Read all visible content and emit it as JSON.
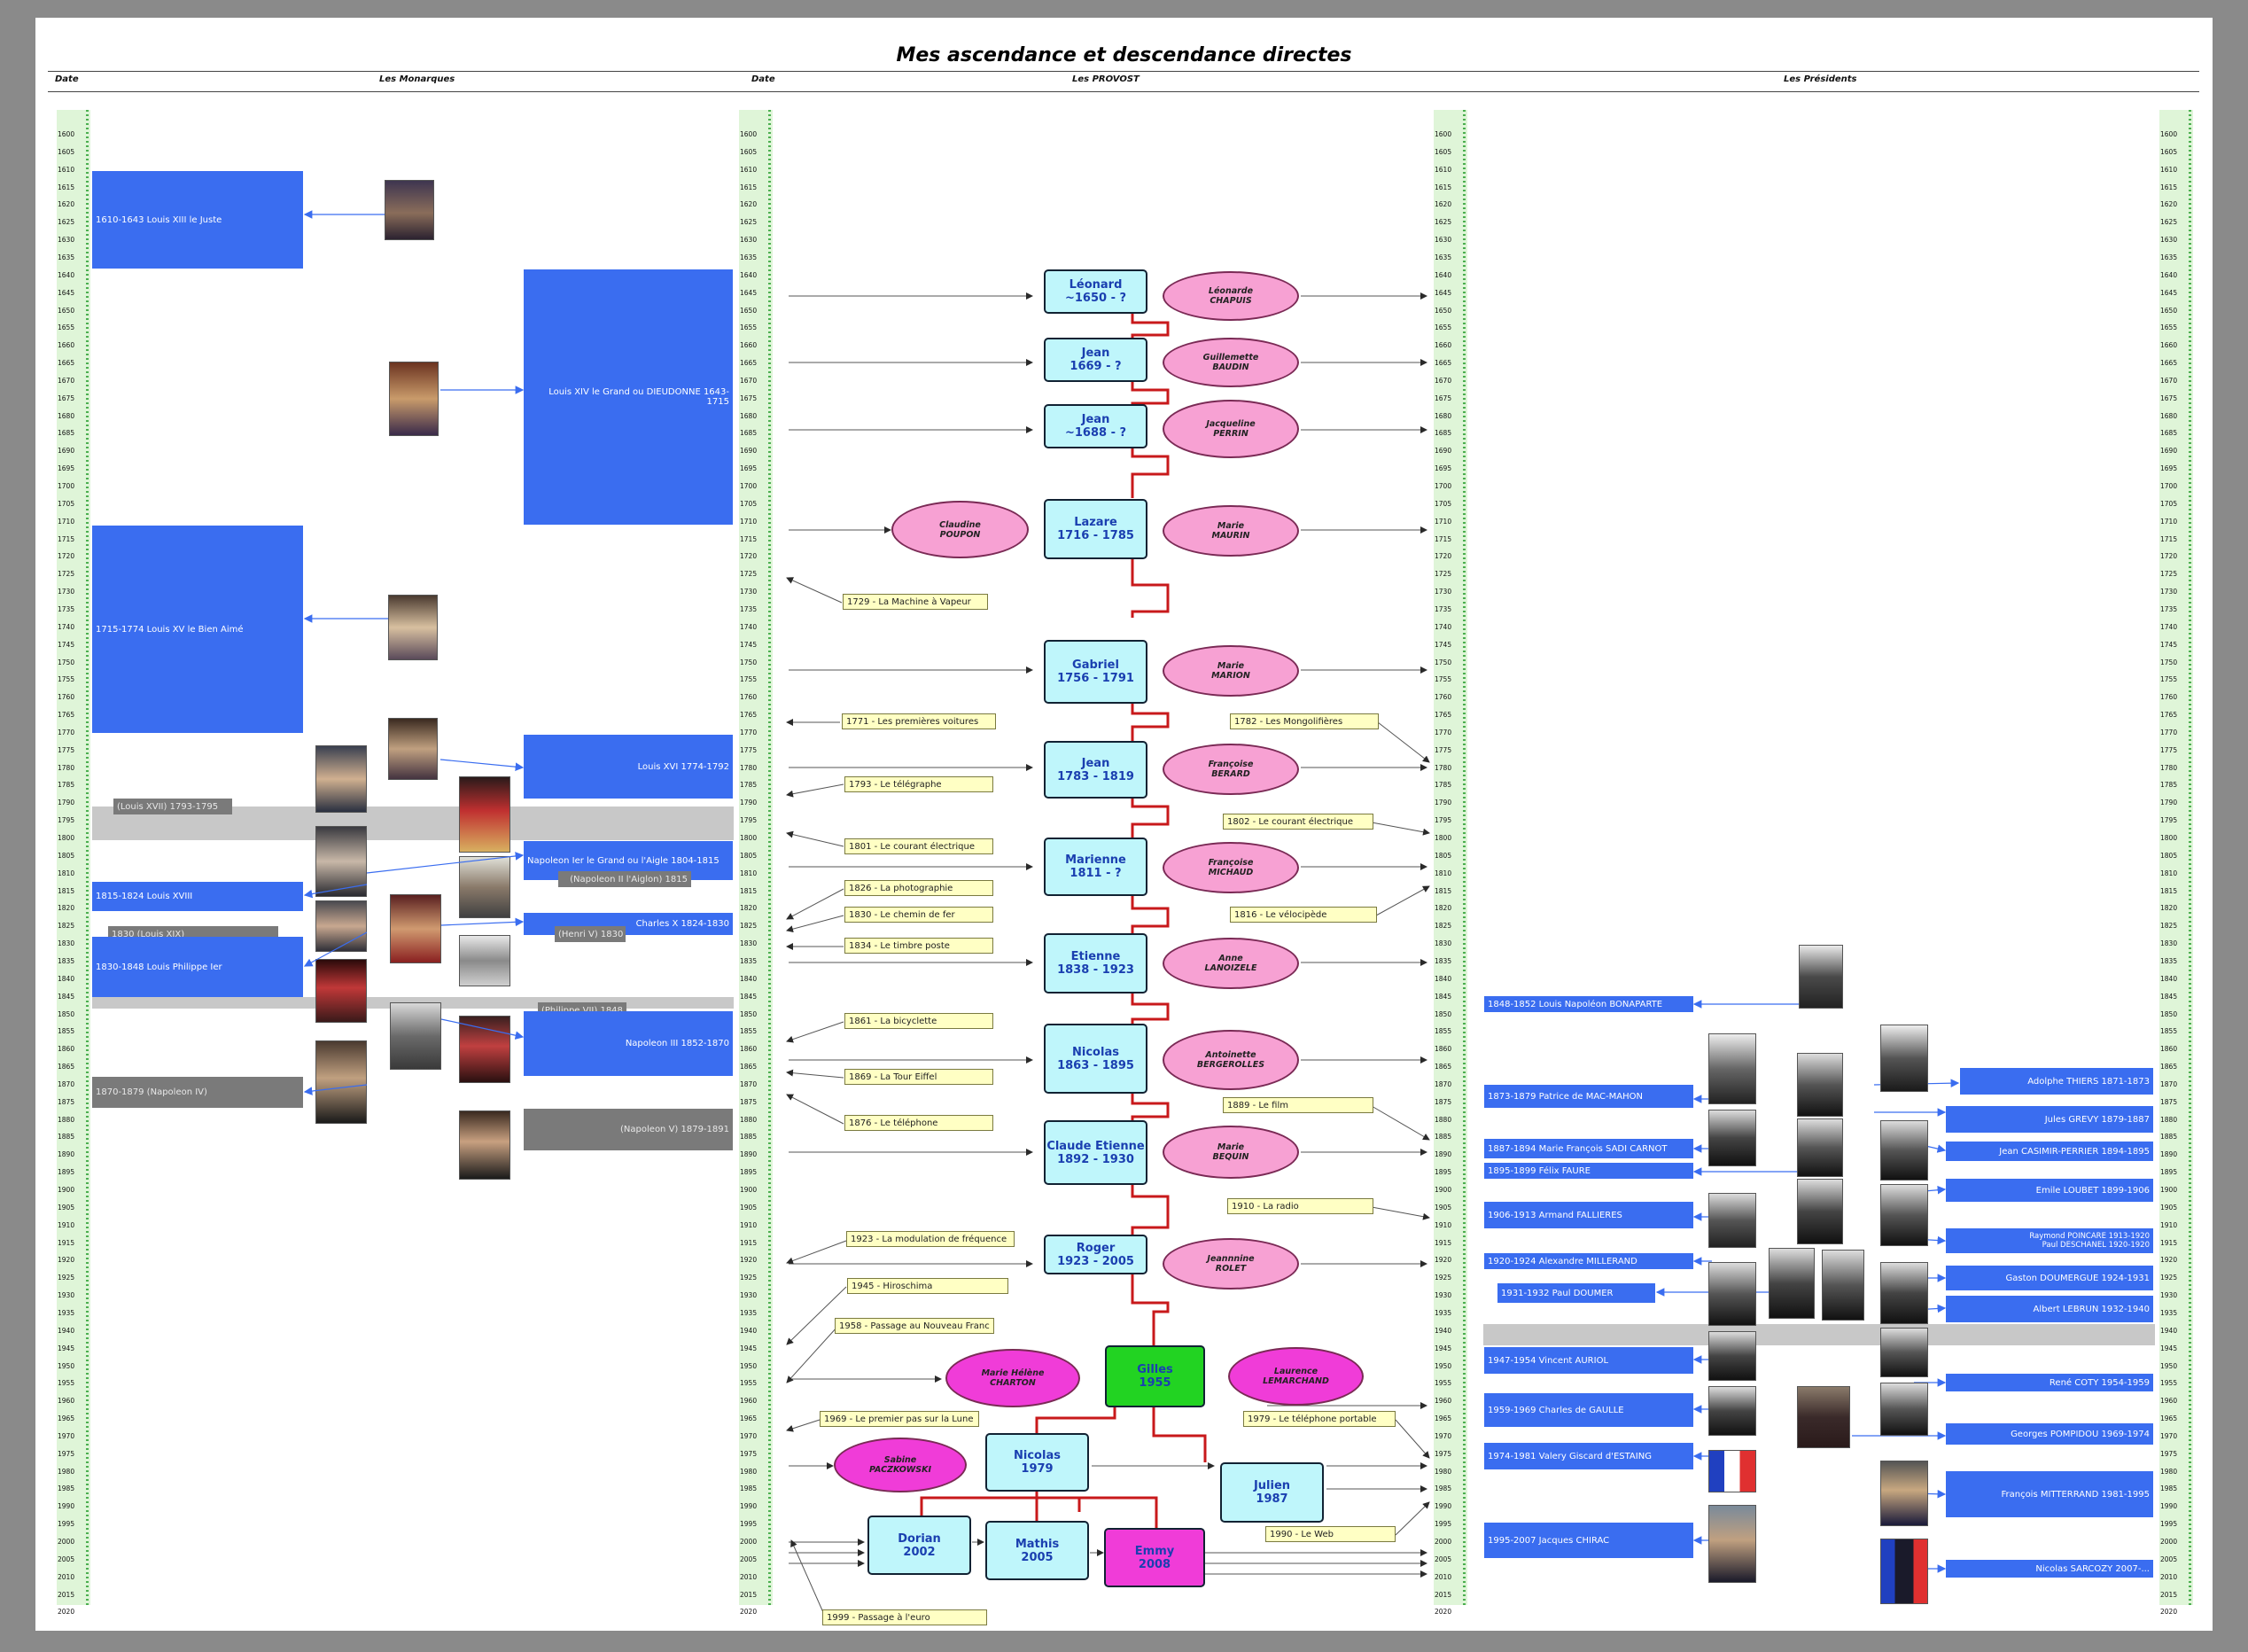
{
  "title": "Mes ascendance et descendance directes",
  "headers": {
    "date1": "Date",
    "monarques": "Les Monarques",
    "date2": "Date",
    "provost": "Les PROVOST",
    "presidents": "Les Présidents"
  },
  "years": [
    "1600",
    "1605",
    "1610",
    "1615",
    "1620",
    "1625",
    "1630",
    "1635",
    "1640",
    "1645",
    "1650",
    "1655",
    "1660",
    "1665",
    "1670",
    "1675",
    "1680",
    "1685",
    "1690",
    "1695",
    "1700",
    "1705",
    "1710",
    "1715",
    "1720",
    "1725",
    "1730",
    "1735",
    "1740",
    "1745",
    "1750",
    "1755",
    "1760",
    "1765",
    "1770",
    "1775",
    "1780",
    "1785",
    "1790",
    "1795",
    "1800",
    "1805",
    "1810",
    "1815",
    "1820",
    "1825",
    "1830",
    "1835",
    "1840",
    "1845",
    "1850",
    "1855",
    "1860",
    "1865",
    "1870",
    "1875",
    "1880",
    "1885",
    "1890",
    "1895",
    "1900",
    "1905",
    "1910",
    "1915",
    "1920",
    "1925",
    "1930",
    "1935",
    "1940",
    "1945",
    "1950",
    "1955",
    "1960",
    "1965",
    "1970",
    "1975",
    "1980",
    "1985",
    "1990",
    "1995",
    "2000",
    "2005",
    "2010",
    "2015",
    "2020"
  ],
  "monarchs": [
    "1610-1643 Louis XIII le Juste",
    "Louis XIV le Grand ou DIEUDONNE 1643-1715",
    "1715-1774 Louis XV le Bien Aimé",
    "Louis XVI 1774-1792",
    "(Louis XVII) 1793-1795",
    "Napoleon Ier le Grand ou l'Aigle 1804-1815",
    "(Napoleon II l'Aiglon) 1815",
    "1815-1824 Louis XVIII",
    "Charles X 1824-1830",
    "1830 (Louis XIX)",
    "(Henri V) 1830",
    "1830-1848 Louis Philippe Ier",
    "(Philippe VII) 1848",
    "Napoleon III 1852-1870",
    "1870-1879 (Napoleon IV)",
    "(Napoleon V) 1879-1891"
  ],
  "people": {
    "leonard": [
      "Léonard",
      "~1650 - ?"
    ],
    "jean1": [
      "Jean",
      "1669 - ?"
    ],
    "jean2": [
      "Jean",
      "~1688 - ?"
    ],
    "lazare": [
      "Lazare",
      "1716 - 1785"
    ],
    "gabriel": [
      "Gabriel",
      "1756 - 1791"
    ],
    "jean3": [
      "Jean",
      "1783 - 1819"
    ],
    "marienne": [
      "Marienne",
      "1811 - ?"
    ],
    "etienne": [
      "Etienne",
      "1838 - 1923"
    ],
    "nicolas1": [
      "Nicolas",
      "1863 - 1895"
    ],
    "claude": [
      "Claude Etienne",
      "1892 - 1930"
    ],
    "roger": [
      "Roger",
      "1923 - 2005"
    ],
    "gilles": [
      "Gilles",
      "1955"
    ],
    "nicolas2": [
      "Nicolas",
      "1979"
    ],
    "julien": [
      "Julien",
      "1987"
    ],
    "dorian": [
      "Dorian",
      "2002"
    ],
    "mathis": [
      "Mathis",
      "2005"
    ],
    "emmy": [
      "Emmy",
      "2008"
    ]
  },
  "spouses": {
    "chapuis": [
      "Léonarde",
      "CHAPUIS"
    ],
    "baudin": [
      "Guillemette",
      "BAUDIN"
    ],
    "perrin": [
      "Jacqueline",
      "PERRIN"
    ],
    "poupon": [
      "Claudine",
      "POUPON"
    ],
    "maurin": [
      "Marie",
      "MAURIN"
    ],
    "marion": [
      "Marie",
      "MARION"
    ],
    "berard": [
      "Françoise",
      "BERARD"
    ],
    "michaud": [
      "Françoise",
      "MICHAUD"
    ],
    "lanoizele": [
      "Anne",
      "LANOIZELE"
    ],
    "bergerolles": [
      "Antoinette",
      "BERGEROLLES"
    ],
    "bequin": [
      "Marie",
      "BEQUIN"
    ],
    "rolet": [
      "Jeannnine",
      "ROLET"
    ],
    "charton": [
      "Marie Hélène",
      "CHARTON"
    ],
    "lemarchand": [
      "Laurence",
      "LEMARCHAND"
    ],
    "paczkowski": [
      "Sabine",
      "PACZKOWSKI"
    ]
  },
  "events": [
    "1729 - La Machine à Vapeur",
    "1771 - Les premières voitures",
    "1782 - Les Mongolifières",
    "1793 - Le télégraphe",
    "1802 - Le courant électrique",
    "1801 - Le courant électrique",
    "1826 - La photographie",
    "1830 - Le chemin de fer",
    "1816 - Le vélocipède",
    "1834 - Le timbre poste",
    "1861 - La bicyclette",
    "1869 - La Tour Eiffel",
    "1876 - Le téléphone",
    "1889 - Le film",
    "1910 - La radio",
    "1923 - La modulation de fréquence",
    "1945 - Hiroschima",
    "1958 - Passage au Nouveau Franc",
    "1969 - Le premier pas sur la Lune",
    "1979 - Le téléphone portable",
    "1990 - Le Web",
    "1999 - Passage à l'euro"
  ],
  "presidents": [
    "1848-1852 Louis Napoléon BONAPARTE",
    "Adolphe THIERS 1871-1873",
    "1873-1879 Patrice de MAC-MAHON",
    "Jules GREVY 1879-1887",
    "1887-1894 Marie François SADI CARNOT",
    "Jean CASIMIR-PERRIER 1894-1895",
    "1895-1899 Félix FAURE",
    "Emile LOUBET 1899-1906",
    "1906-1913 Armand FALLIERES",
    "Raymond POINCARE  1913-1920",
    "Paul DESCHANEL  1920-1920",
    "1920-1924 Alexandre MILLERAND",
    "Gaston DOUMERGUE 1924-1931",
    "1931-1932 Paul DOUMER",
    "Albert LEBRUN 1932-1940",
    "1947-1954 Vincent AURIOL",
    "René COTY 1954-1959",
    "1959-1969 Charles de GAULLE",
    "Georges POMPIDOU 1969-1974",
    "1974-1981 Valery Giscard d'ESTAING",
    "François MITTERRAND 1981-1995",
    "1995-2007 Jacques CHIRAC",
    "Nicolas SARCOZY 2007-..."
  ],
  "colors": {
    "royal_blue": "#3a6df0",
    "gray_box": "#7a7a7a",
    "person_cyan": "#bff6fb",
    "spouse_pink": "#f7a1d3",
    "magenta": "#f03cd8",
    "green": "#22d322",
    "event_yellow": "#ffffc4",
    "link_red": "#c8191b",
    "axis_green": "#dff5d8"
  }
}
